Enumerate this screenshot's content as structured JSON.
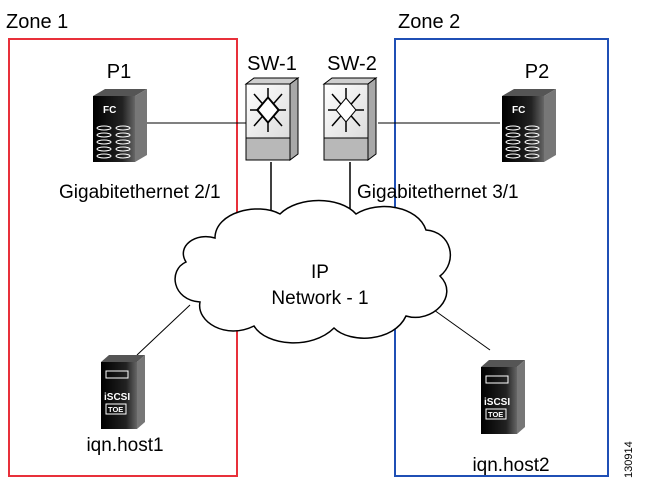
{
  "zones": [
    {
      "label": "Zone 1",
      "border_color": "#e8303a"
    },
    {
      "label": "Zone 2",
      "border_color": "#1f4fb5"
    }
  ],
  "storage": [
    {
      "label": "P1",
      "badge": "FC"
    },
    {
      "label": "P2",
      "badge": "FC"
    }
  ],
  "switches": [
    {
      "label": "SW-1"
    },
    {
      "label": "SW-2"
    }
  ],
  "interfaces": [
    {
      "label": "Gigabitethernet 2/1"
    },
    {
      "label": "Gigabitethernet 3/1"
    }
  ],
  "network": {
    "line1": "IP",
    "line2": "Network - 1"
  },
  "hosts": [
    {
      "label": "iqn.host1",
      "badge_top": "iSCSI",
      "badge_bottom": "TOE"
    },
    {
      "label": "iqn.host2",
      "badge_top": "iSCSI",
      "badge_bottom": "TOE"
    }
  ],
  "figure_number": "130914"
}
